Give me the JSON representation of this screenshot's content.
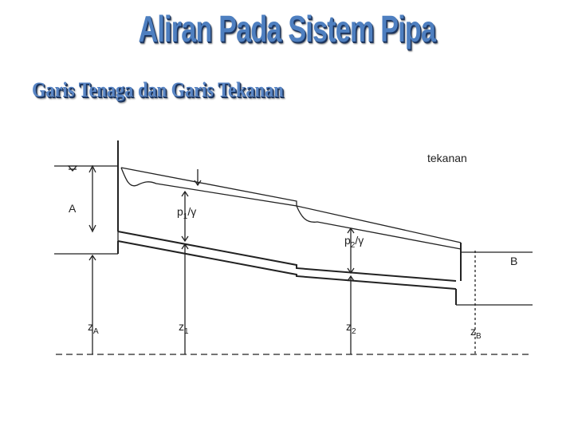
{
  "title": "Aliran Pada Sistem Pipa",
  "subtitle": "Garis Tenaga dan Garis Tekanan",
  "diagram": {
    "legend_text": "tekanan",
    "label_A": "A",
    "label_B": "B",
    "label_p1": "p",
    "label_p1_sub": "1",
    "label_p1_tail": "/γ",
    "label_p2": "p",
    "label_p2_sub": "2",
    "label_p2_tail": "/γ",
    "label_zA": "z",
    "label_zA_sub": "A",
    "label_z1": "z",
    "label_z1_sub": "1",
    "label_z2": "z",
    "label_z2_sub": "2",
    "label_zB": "z",
    "label_zB_sub": "B"
  }
}
